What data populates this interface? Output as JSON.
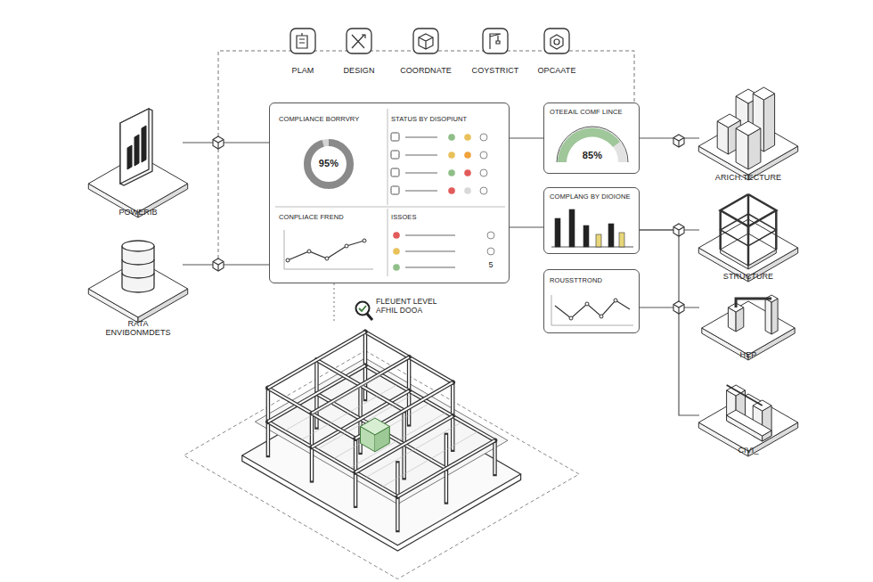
{
  "diagram": {
    "nodes": [
      {
        "text": [
          "PLAM"
        ]
      },
      {
        "text": [
          "DESIGN"
        ]
      },
      {
        "text": [
          "COORDNATE"
        ]
      },
      {
        "text": [
          "COYSTRICT"
        ]
      },
      {
        "text": [
          "OPCAATE"
        ]
      },
      {
        "text": [
          "POWERIB"
        ]
      },
      {
        "text": [
          "RATA ENVIBONMDETS"
        ]
      },
      {
        "text": []
      },
      {
        "text": [
          "COMPLIANCE BORRVRY",
          "95%"
        ],
        "in": 7
      },
      {
        "text": [
          "STATUS BY DISOPIUNT"
        ],
        "in": 7
      },
      {
        "text": [
          "CONPLIACE FREND"
        ],
        "in": 7
      },
      {
        "text": [
          "ISSOES",
          "5"
        ],
        "in": 7
      },
      {
        "text": [
          "OTEEAIL COMF LINCE",
          "85%"
        ]
      },
      {
        "text": [
          "COMPLANG BY DIOIONE"
        ]
      },
      {
        "text": [
          "ROUSSTTROND"
        ]
      },
      {
        "text": [
          "ARICH.TECTURE"
        ]
      },
      {
        "text": [
          "STRUCTURE"
        ]
      },
      {
        "text": [
          "HEP"
        ]
      },
      {
        "text": [
          "CIVI_"
        ]
      }
    ],
    "edges": [
      {
        "from": 5,
        "to": 7,
        "arrow": "none"
      },
      {
        "from": 6,
        "to": 7,
        "arrow": "none"
      },
      {
        "from": 7,
        "to": 12,
        "arrow": "none"
      },
      {
        "from": 7,
        "to": 13,
        "arrow": "none"
      },
      {
        "from": 12,
        "to": 15,
        "arrow": "none"
      },
      {
        "from": 13,
        "to": 16,
        "arrow": "none"
      },
      {
        "from": 14,
        "to": 17,
        "arrow": "none"
      },
      {
        "from": 13,
        "to": 18,
        "arrow": "none"
      }
    ],
    "labels": [
      "FLEUENT LEVEL AFHIL DOOA"
    ]
  }
}
